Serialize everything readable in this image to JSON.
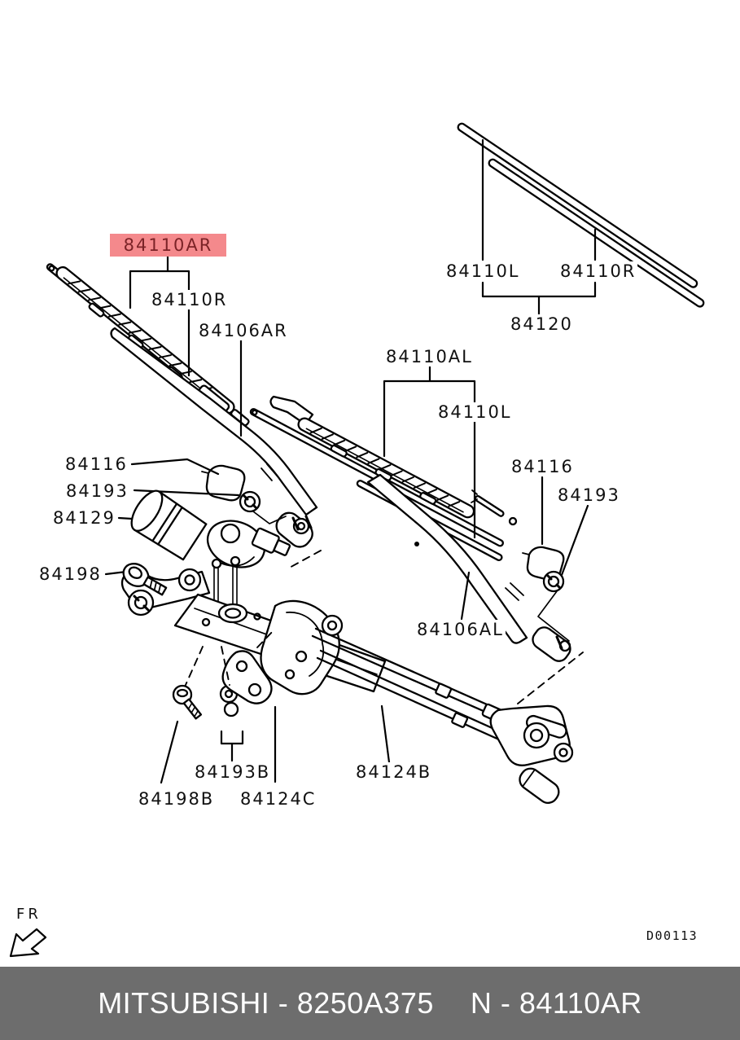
{
  "diagram": {
    "highlight": {
      "text": "84110AR"
    },
    "callouts": [
      {
        "id": "84110R-topleft",
        "text": "84110R"
      },
      {
        "id": "84106AR",
        "text": "84106AR"
      },
      {
        "id": "84110L-topright",
        "text": "84110L"
      },
      {
        "id": "84110R-topright",
        "text": "84110R"
      },
      {
        "id": "84120",
        "text": "84120"
      },
      {
        "id": "84110AL",
        "text": "84110AL"
      },
      {
        "id": "84110L-middle",
        "text": "84110L"
      },
      {
        "id": "84116-left",
        "text": "84116"
      },
      {
        "id": "84193-left",
        "text": "84193"
      },
      {
        "id": "84129",
        "text": "84129"
      },
      {
        "id": "84198",
        "text": "84198"
      },
      {
        "id": "84116-right",
        "text": "84116"
      },
      {
        "id": "84193-right",
        "text": "84193"
      },
      {
        "id": "84106AL",
        "text": "84106AL"
      },
      {
        "id": "84124B",
        "text": "84124B"
      },
      {
        "id": "84193B",
        "text": "84193B"
      },
      {
        "id": "84198B",
        "text": "84198B"
      },
      {
        "id": "84124C",
        "text": "84124C"
      }
    ],
    "orientation_label": "FR",
    "drawing_code": "D00113",
    "colors": {
      "highlight_bg": "#f4898c",
      "highlight_text": "#7b2327",
      "line": "#000000"
    }
  },
  "footer": {
    "left": "MITSUBISHI - 8250A375",
    "right": "N - 84110AR",
    "bg": "#6d6d6d",
    "color": "#ffffff"
  }
}
